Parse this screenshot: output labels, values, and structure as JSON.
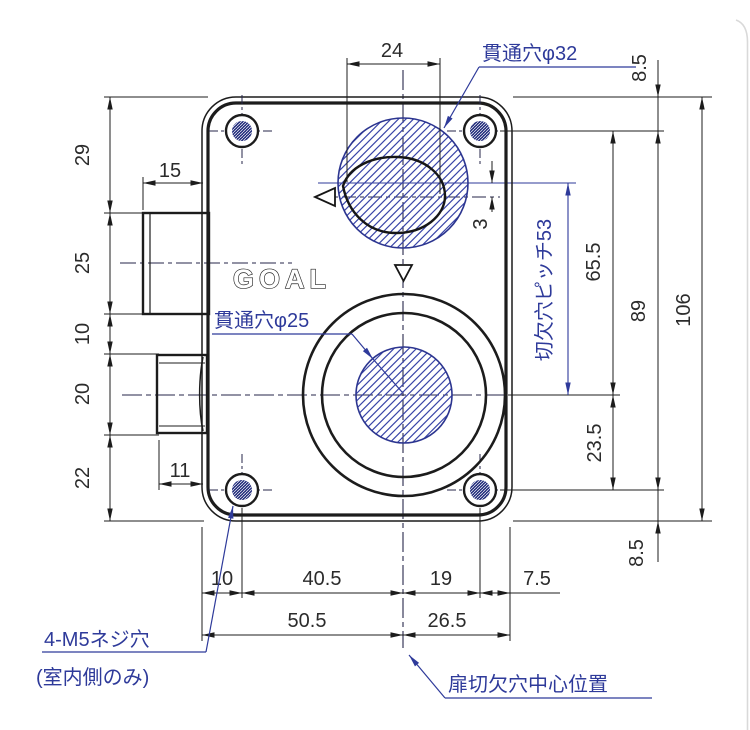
{
  "logo": "GOAL",
  "labels": {
    "through_hole_phi32": "貫通穴φ32",
    "through_hole_phi25": "貫通穴φ25",
    "screw_note_1": "4-M5ネジ穴",
    "screw_note_2": "(室内側のみ)",
    "door_cutout_center": "扉切欠穴中心位置",
    "cutout_pitch": "切欠穴ピッチ53"
  },
  "dims": {
    "cam_width": "24",
    "top_edge_to_screw": "8.5",
    "center_offset": "3",
    "screw_to_lower_center": "65.5",
    "screw_pitch_vertical": "89",
    "body_height": "106",
    "lower_center_to_screw": "23.5",
    "screw_to_bottom_edge": "8.5",
    "left_chain": [
      "29",
      "25",
      "10",
      "20",
      "22"
    ],
    "latch_depth": "15",
    "bolt_depth": "11",
    "bottom_row1": [
      "10",
      "40.5",
      "19",
      "7.5"
    ],
    "bottom_row2": [
      "50.5",
      "26.5"
    ]
  },
  "colors": {
    "line": "#1c1c1c",
    "centerline": "#26264a",
    "annotation_blue": "#2e3a9a",
    "hatch_blue": "#3a46a8",
    "screw_fill": "#27317f",
    "photo_edge": "#d9d9d9"
  }
}
